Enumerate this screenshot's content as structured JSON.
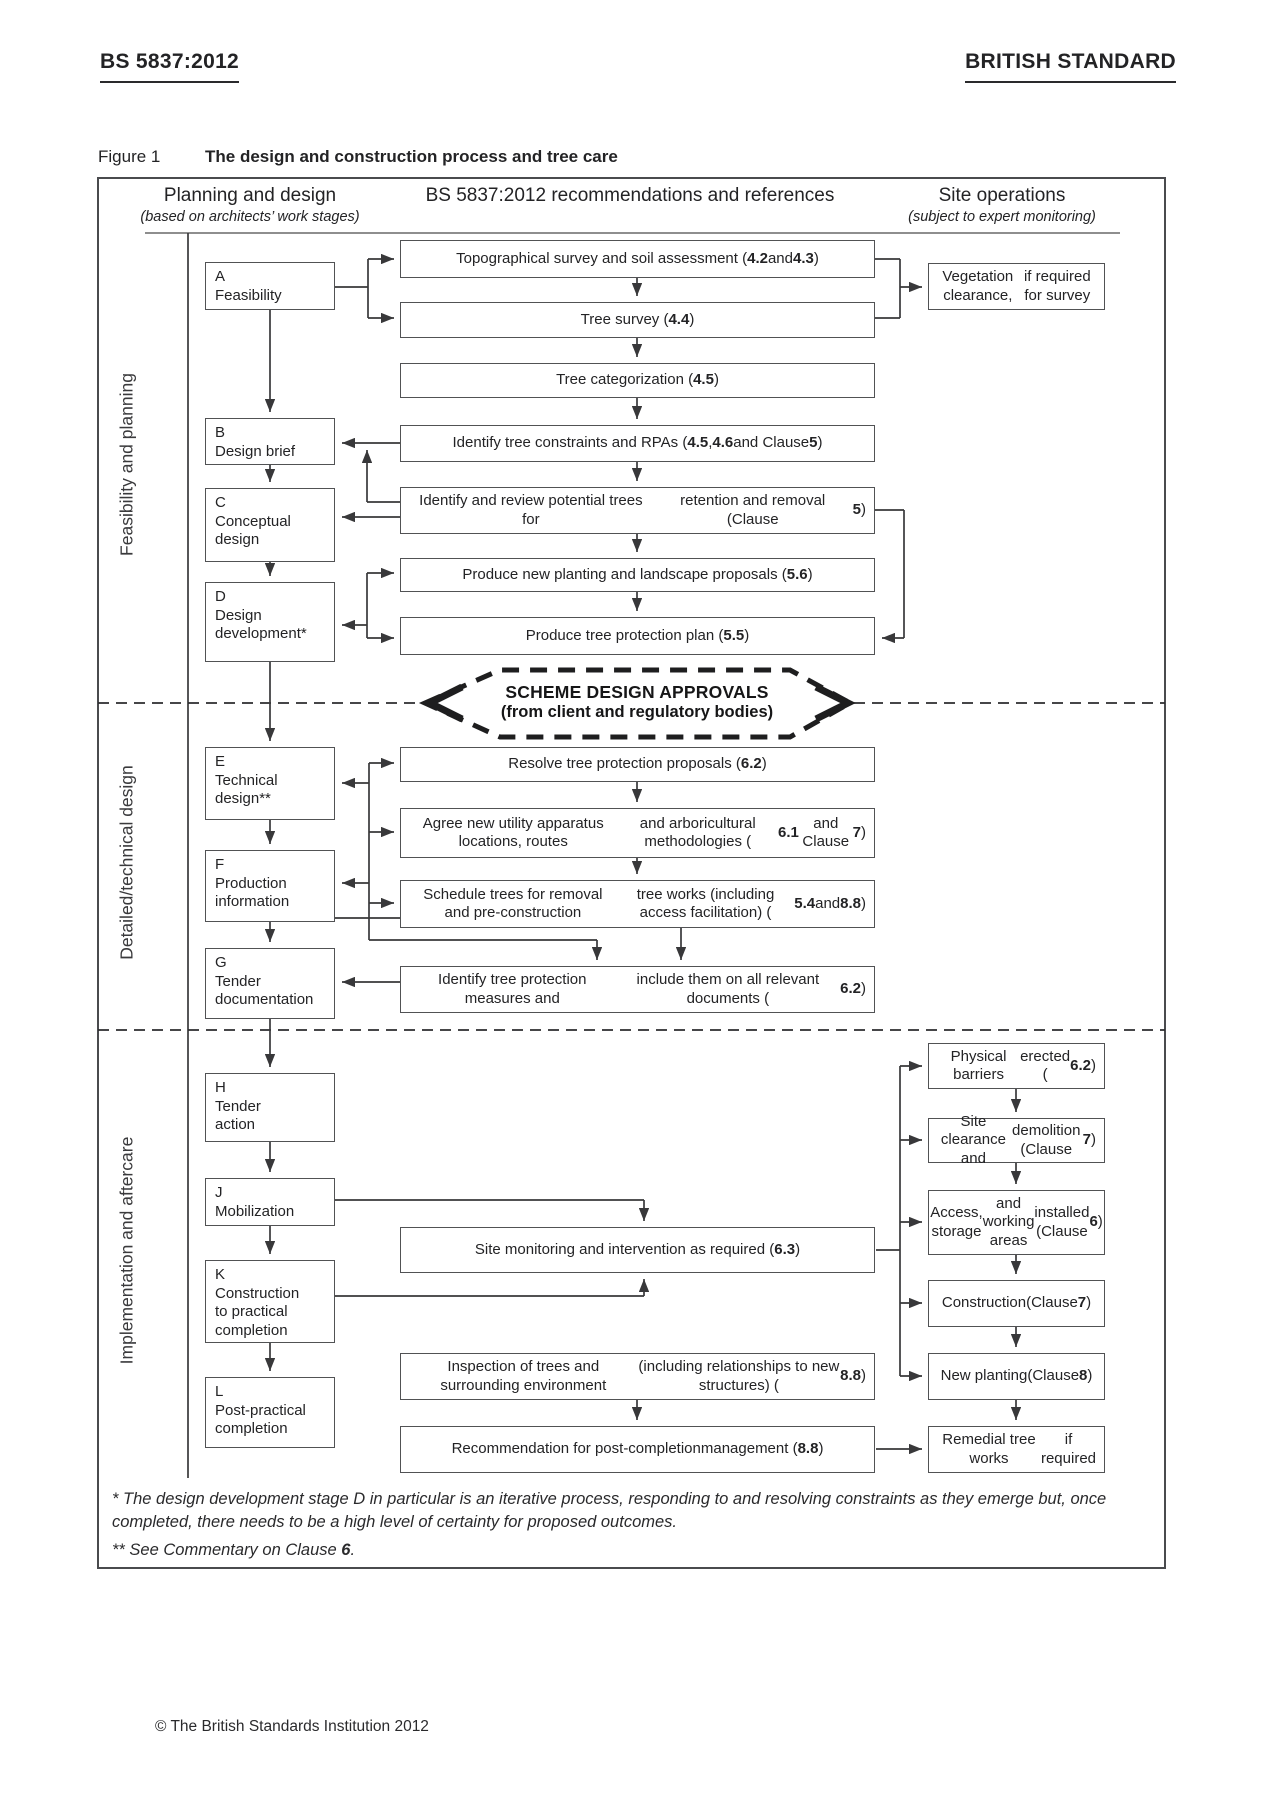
{
  "page_header": {
    "left": "BS 5837:2012",
    "right": "BRITISH STANDARD"
  },
  "figure": {
    "label": "Figure 1",
    "title": "The design and construction process and tree care"
  },
  "columns": {
    "planning": {
      "title": "Planning and design",
      "subtitle": "(based on architects’ work stages)"
    },
    "recommendations": {
      "title": "BS 5837:2012 recommendations and references"
    },
    "site": {
      "title": "Site operations",
      "subtitle": "(subject to expert monitoring)"
    }
  },
  "sections": [
    "Feasibility and planning",
    "Detailed/technical design",
    "Implementation and aftercare"
  ],
  "approvals": {
    "line1": "SCHEME DESIGN APPROVALS",
    "line2": "(from client and regulatory bodies)"
  },
  "nodes": {
    "A": {
      "segments": [
        [
          "A\nFeasibility",
          false
        ]
      ]
    },
    "B": {
      "segments": [
        [
          "B\nDesign brief",
          false
        ]
      ]
    },
    "C": {
      "segments": [
        [
          "C\nConceptual\ndesign",
          false
        ]
      ]
    },
    "D": {
      "segments": [
        [
          "D\nDesign\ndevelopment*",
          false
        ]
      ]
    },
    "E": {
      "segments": [
        [
          "E\nTechnical\ndesign**",
          false
        ]
      ]
    },
    "F": {
      "segments": [
        [
          "F\nProduction\ninformation",
          false
        ]
      ]
    },
    "G": {
      "segments": [
        [
          "G\nTender\ndocumentation",
          false
        ]
      ]
    },
    "H": {
      "segments": [
        [
          "H\nTender\naction",
          false
        ]
      ]
    },
    "J": {
      "segments": [
        [
          "J\nMobilization",
          false
        ]
      ]
    },
    "K": {
      "segments": [
        [
          "K\nConstruction\nto practical\ncompletion",
          false
        ]
      ]
    },
    "L": {
      "segments": [
        [
          "L\nPost-practical\ncompletion",
          false
        ]
      ]
    },
    "topo": {
      "segments": [
        [
          "Topographical survey and soil assessment (",
          false
        ],
        [
          "4.2",
          true
        ],
        [
          " and ",
          false
        ],
        [
          "4.3",
          true
        ],
        [
          ")",
          false
        ]
      ]
    },
    "survey": {
      "segments": [
        [
          "Tree survey (",
          false
        ],
        [
          "4.4",
          true
        ],
        [
          ")",
          false
        ]
      ]
    },
    "categorization": {
      "segments": [
        [
          "Tree categorization (",
          false
        ],
        [
          "4.5",
          true
        ],
        [
          ")",
          false
        ]
      ]
    },
    "constraints": {
      "segments": [
        [
          "Identify tree constraints and RPAs (",
          false
        ],
        [
          "4.5",
          true
        ],
        [
          ", ",
          false
        ],
        [
          "4.6",
          true
        ],
        [
          " and Clause ",
          false
        ],
        [
          "5",
          true
        ],
        [
          ")",
          false
        ]
      ]
    },
    "review": {
      "segments": [
        [
          "Identify and review potential trees for\nretention and removal (Clause ",
          false
        ],
        [
          "5",
          true
        ],
        [
          ")",
          false
        ]
      ]
    },
    "planting_proposals": {
      "segments": [
        [
          "Produce new planting and landscape proposals (",
          false
        ],
        [
          "5.6",
          true
        ],
        [
          ")",
          false
        ]
      ]
    },
    "protection_plan": {
      "segments": [
        [
          "Produce tree protection plan (",
          false
        ],
        [
          "5.5",
          true
        ],
        [
          ")",
          false
        ]
      ]
    },
    "resolve": {
      "segments": [
        [
          "Resolve tree protection proposals (",
          false
        ],
        [
          "6.2",
          true
        ],
        [
          ")",
          false
        ]
      ]
    },
    "utility": {
      "segments": [
        [
          "Agree new utility apparatus locations, routes\nand arboricultural methodologies (",
          false
        ],
        [
          "6.1",
          true
        ],
        [
          " and Clause ",
          false
        ],
        [
          "7",
          true
        ],
        [
          ")",
          false
        ]
      ]
    },
    "schedule": {
      "segments": [
        [
          "Schedule trees for removal and pre-construction\ntree works (including access facilitation) (",
          false
        ],
        [
          "5.4",
          true
        ],
        [
          " and ",
          false
        ],
        [
          "8.8",
          true
        ],
        [
          ")",
          false
        ]
      ]
    },
    "measures": {
      "segments": [
        [
          "Identify tree protection measures and\ninclude them on all relevant documents (",
          false
        ],
        [
          "6.2",
          true
        ],
        [
          ")",
          false
        ]
      ]
    },
    "monitoring": {
      "segments": [
        [
          "Site monitoring and intervention as required (",
          false
        ],
        [
          "6.3",
          true
        ],
        [
          ")",
          false
        ]
      ]
    },
    "inspection": {
      "segments": [
        [
          "Inspection of trees and surrounding environment\n(including relationships to new structures) (",
          false
        ],
        [
          "8.8",
          true
        ],
        [
          ")",
          false
        ]
      ]
    },
    "recommendation": {
      "segments": [
        [
          "Recommendation for post-completion\nmanagement (",
          false
        ],
        [
          "8.8",
          true
        ],
        [
          ")",
          false
        ]
      ]
    },
    "vegetation": {
      "segments": [
        [
          "Vegetation clearance,\nif required for survey",
          false
        ]
      ]
    },
    "barriers": {
      "segments": [
        [
          "Physical barriers\nerected (",
          false
        ],
        [
          "6.2",
          true
        ],
        [
          ")",
          false
        ]
      ]
    },
    "clearance": {
      "segments": [
        [
          "Site clearance and\ndemolition (Clause ",
          false
        ],
        [
          "7",
          true
        ],
        [
          ")",
          false
        ]
      ]
    },
    "access": {
      "segments": [
        [
          "Access, storage\nand working areas\ninstalled (Clause ",
          false
        ],
        [
          "6",
          true
        ],
        [
          ")",
          false
        ]
      ]
    },
    "construction": {
      "segments": [
        [
          "Construction\n(Clause ",
          false
        ],
        [
          "7",
          true
        ],
        [
          ")",
          false
        ]
      ]
    },
    "new_planting": {
      "segments": [
        [
          "New planting\n(Clause ",
          false
        ],
        [
          "8",
          true
        ],
        [
          ")",
          false
        ]
      ]
    },
    "remedial": {
      "segments": [
        [
          "Remedial tree works\nif required",
          false
        ]
      ]
    }
  },
  "footnotes": {
    "note1": "* The design development stage D in particular is an iterative process, responding to and resolving constraints as they emerge but, once completed, there needs to be a high level of certainty for proposed outcomes.",
    "note2_segments": [
      [
        "** See Commentary on Clause ",
        false
      ],
      [
        "6",
        true
      ],
      [
        ".",
        false
      ]
    ]
  },
  "footer": "© The British Standards Institution 2012",
  "colors": {
    "ink": "#232325",
    "line": "#38383a",
    "box_border": "#515254",
    "rule_grey": "#8e8e8e"
  }
}
